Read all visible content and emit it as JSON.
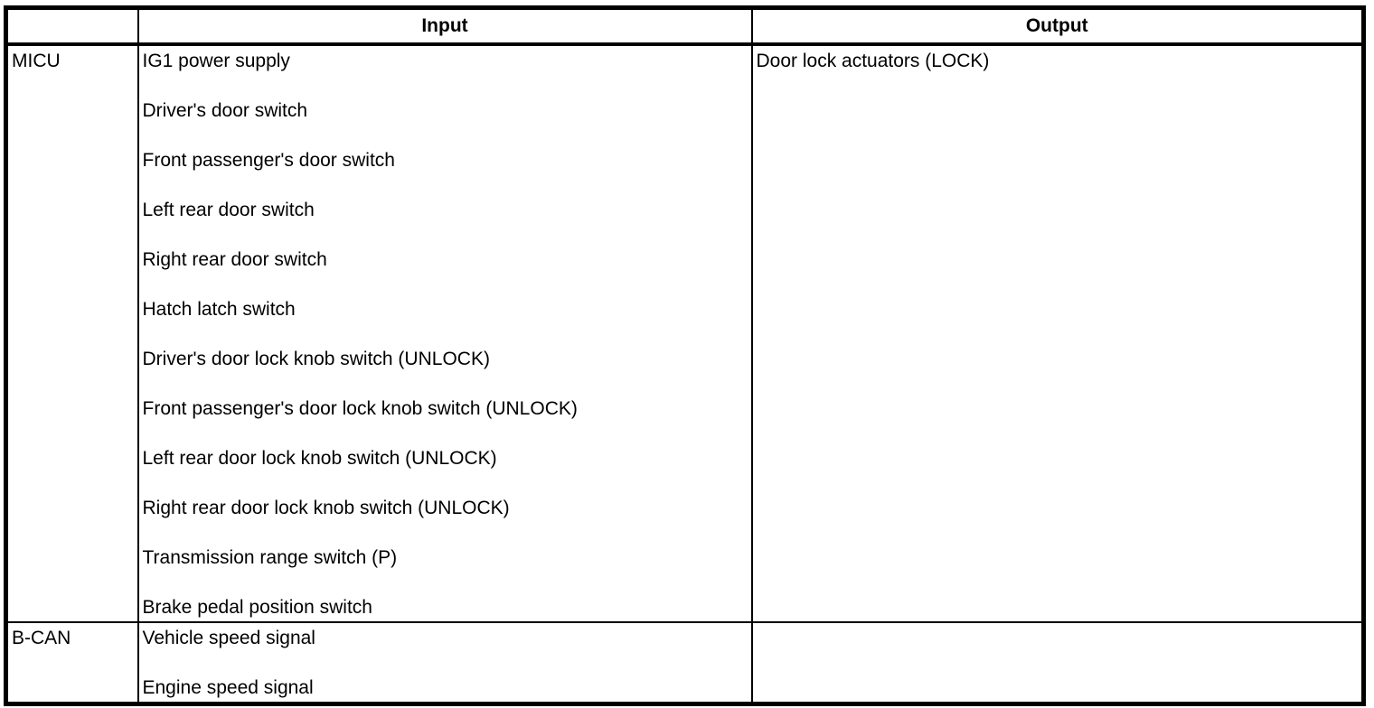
{
  "page": {
    "background_color": "#ffffff",
    "border_color": "#000000",
    "text_color": "#000000"
  },
  "table": {
    "header": {
      "source": "",
      "input": "Input",
      "output": "Output"
    },
    "rows": [
      {
        "source": "MICU",
        "inputs": [
          "IG1 power supply",
          "Driver's door switch",
          "Front passenger's door switch",
          "Left rear door switch",
          "Right rear door switch",
          "Hatch latch switch",
          "Driver's door lock knob switch (UNLOCK)",
          "Front passenger's door lock knob switch (UNLOCK)",
          "Left rear door lock knob switch (UNLOCK)",
          "Right rear door lock knob switch (UNLOCK)",
          "Transmission range switch (P)",
          "Brake pedal position switch"
        ],
        "outputs": [
          "Door lock actuators (LOCK)"
        ]
      },
      {
        "source": "B-CAN",
        "inputs": [
          "Vehicle speed signal",
          "Engine speed signal"
        ],
        "outputs": []
      }
    ]
  }
}
